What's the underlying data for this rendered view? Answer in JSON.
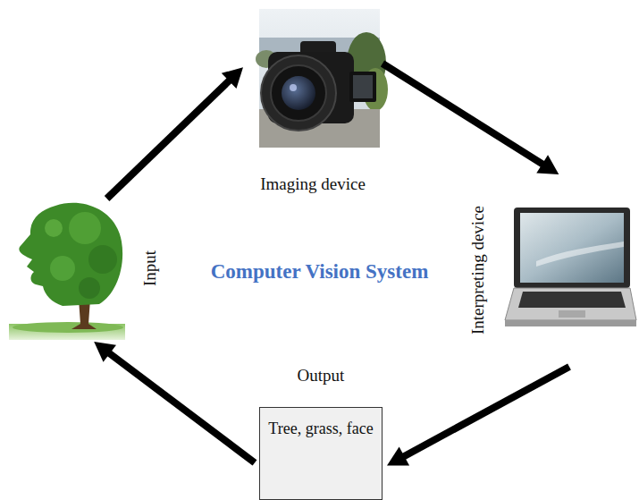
{
  "diagram": {
    "title": "Computer Vision System",
    "nodes": [
      {
        "text": [
          "Input"
        ]
      },
      {
        "text": [
          "Imaging device"
        ]
      },
      {
        "text": [
          "Interpreting device"
        ]
      },
      {
        "text": [
          "Output",
          "Tree, grass, face"
        ]
      }
    ],
    "edges": [
      {
        "from": 0,
        "to": 1,
        "arrow": "to"
      },
      {
        "from": 1,
        "to": 2,
        "arrow": "to"
      },
      {
        "from": 2,
        "to": 3,
        "arrow": "to"
      },
      {
        "from": 3,
        "to": 0,
        "arrow": "to"
      }
    ]
  }
}
